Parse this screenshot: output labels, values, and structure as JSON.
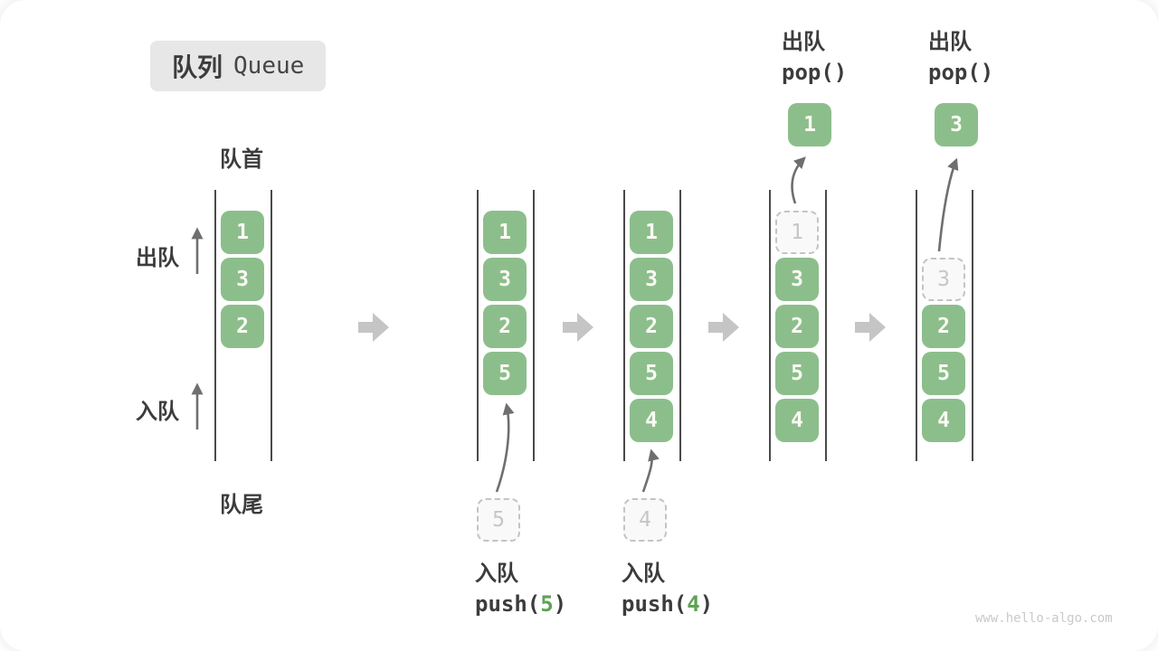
{
  "title": {
    "zh": "队列",
    "en": "Queue"
  },
  "labels": {
    "front": "队首",
    "rear": "队尾",
    "dequeue": "出队",
    "enqueue": "入队"
  },
  "watermark": "www.hello-algo.com",
  "colors": {
    "cell_green": "#8cbe8c",
    "cell_text": "#fbfbf3",
    "arg_green": "#5da354",
    "dashed_border": "#c4c4c4",
    "dashed_text": "#c6c6c6",
    "dashed_bg": "#f9f9f9",
    "wall": "#4a4a4a",
    "text_dark": "#3c3c3c",
    "arrow_gray": "#6f6f6f",
    "block_arrow": "#c5c5c5",
    "title_bg": "#e7e7e7",
    "watermark_gray": "#c9c9c9"
  },
  "queues": [
    {
      "cells": [
        {
          "value": "1",
          "row": 0,
          "dashed": false
        },
        {
          "value": "3",
          "row": 1,
          "dashed": false
        },
        {
          "value": "2",
          "row": 2,
          "dashed": false
        }
      ]
    },
    {
      "cells": [
        {
          "value": "1",
          "row": 0,
          "dashed": false
        },
        {
          "value": "3",
          "row": 1,
          "dashed": false
        },
        {
          "value": "2",
          "row": 2,
          "dashed": false
        },
        {
          "value": "5",
          "row": 3,
          "dashed": false
        }
      ],
      "pending": {
        "value": "5"
      },
      "op": {
        "position": "bottom",
        "label": "入队",
        "code_pre": "push(",
        "code_arg": "5",
        "code_post": ")"
      }
    },
    {
      "cells": [
        {
          "value": "1",
          "row": 0,
          "dashed": false
        },
        {
          "value": "3",
          "row": 1,
          "dashed": false
        },
        {
          "value": "2",
          "row": 2,
          "dashed": false
        },
        {
          "value": "5",
          "row": 3,
          "dashed": false
        },
        {
          "value": "4",
          "row": 4,
          "dashed": false
        }
      ],
      "pending": {
        "value": "4"
      },
      "op": {
        "position": "bottom",
        "label": "入队",
        "code_pre": "push(",
        "code_arg": "4",
        "code_post": ")"
      }
    },
    {
      "cells": [
        {
          "value": "1",
          "row": 0,
          "dashed": true
        },
        {
          "value": "3",
          "row": 1,
          "dashed": false
        },
        {
          "value": "2",
          "row": 2,
          "dashed": false
        },
        {
          "value": "5",
          "row": 3,
          "dashed": false
        },
        {
          "value": "4",
          "row": 4,
          "dashed": false
        }
      ],
      "popped": {
        "value": "1"
      },
      "op": {
        "position": "top",
        "label": "出队",
        "code_pre": "pop()",
        "code_arg": "",
        "code_post": ""
      }
    },
    {
      "cells": [
        {
          "value": "3",
          "row": 1,
          "dashed": true
        },
        {
          "value": "2",
          "row": 2,
          "dashed": false
        },
        {
          "value": "5",
          "row": 3,
          "dashed": false
        },
        {
          "value": "4",
          "row": 4,
          "dashed": false
        }
      ],
      "popped": {
        "value": "3"
      },
      "op": {
        "position": "top",
        "label": "出队",
        "code_pre": "pop()",
        "code_arg": "",
        "code_post": ""
      }
    }
  ]
}
